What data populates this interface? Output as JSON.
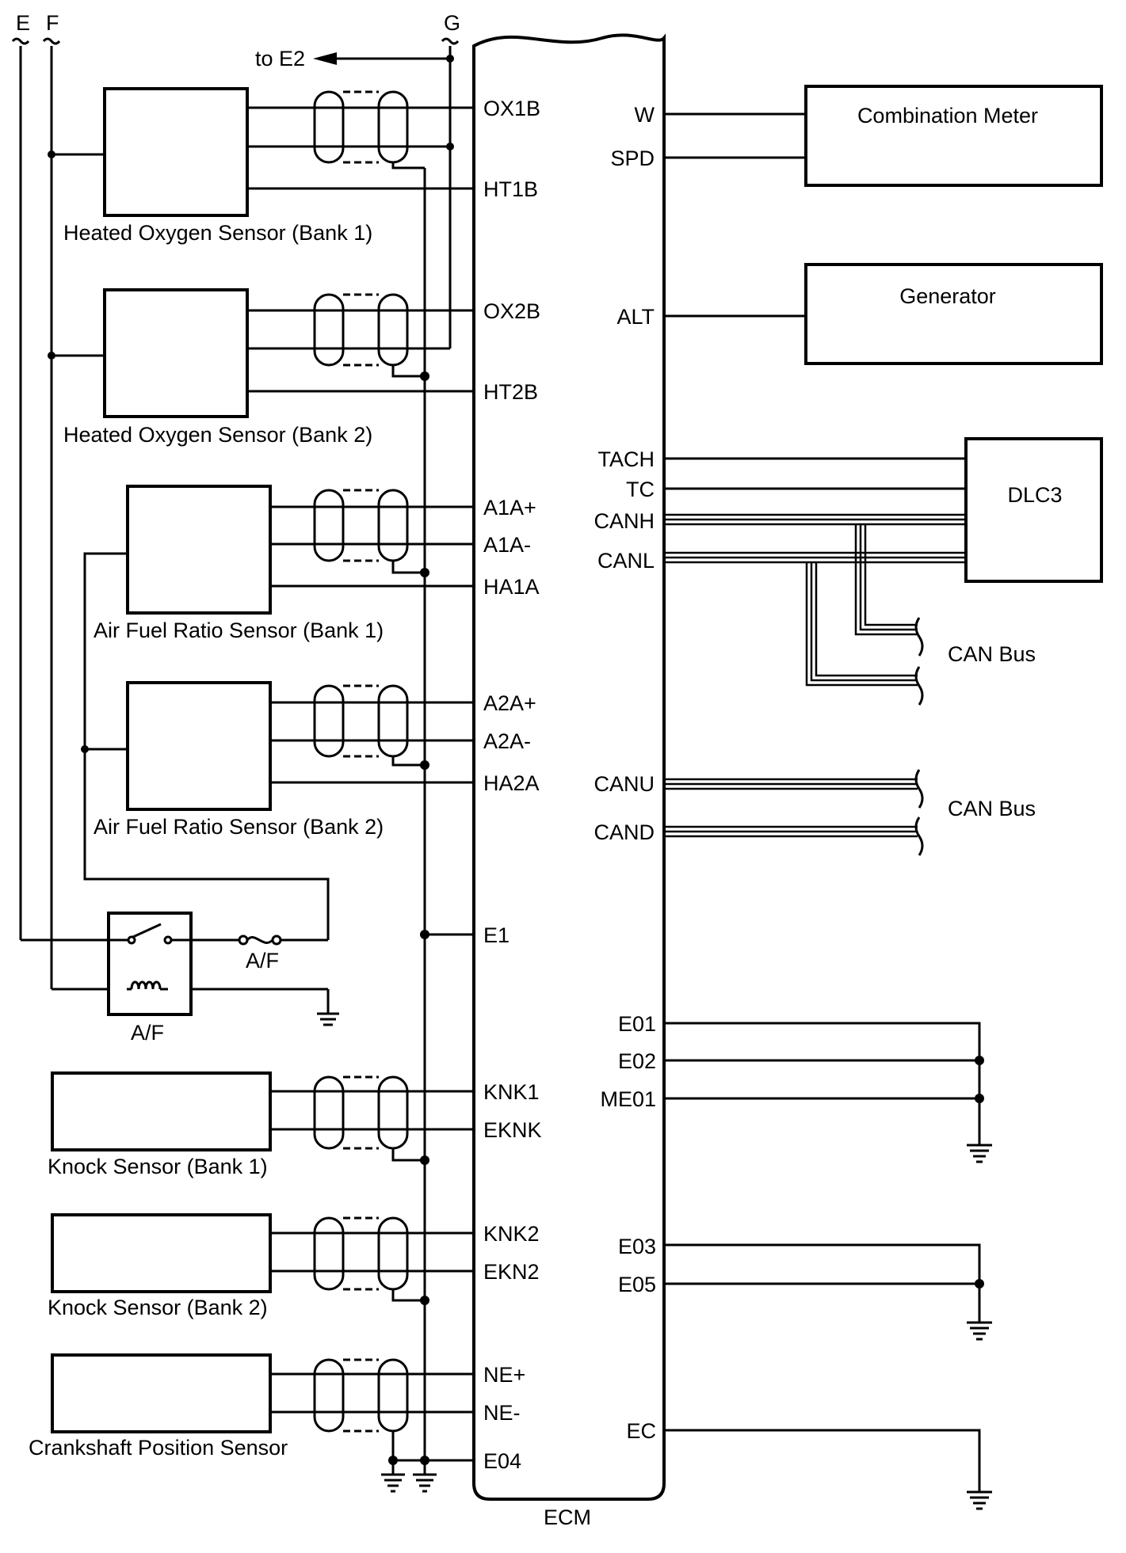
{
  "connectors": {
    "e": "E",
    "f": "F",
    "g": "G",
    "to_e2": "to E2"
  },
  "ecm": {
    "label": "ECM",
    "left_pins": [
      "OX1B",
      "HT1B",
      "OX2B",
      "HT2B",
      "A1A+",
      "A1A-",
      "HA1A",
      "A2A+",
      "A2A-",
      "HA2A",
      "E1",
      "KNK1",
      "EKNK",
      "KNK2",
      "EKN2",
      "NE+",
      "NE-",
      "E04"
    ],
    "right_pins": [
      "W",
      "SPD",
      "ALT",
      "TACH",
      "TC",
      "CANH",
      "CANL",
      "CANU",
      "CAND",
      "E01",
      "E02",
      "ME01",
      "E03",
      "E05",
      "EC"
    ]
  },
  "components": {
    "ho2s_b1": "Heated Oxygen Sensor (Bank 1)",
    "ho2s_b2": "Heated Oxygen Sensor (Bank 2)",
    "afs_b1": "Air Fuel Ratio Sensor (Bank 1)",
    "afs_b2": "Air Fuel Ratio Sensor (Bank 2)",
    "knock_b1": "Knock Sensor (Bank 1)",
    "knock_b2": "Knock Sensor (Bank 2)",
    "ckp": "Crankshaft Position Sensor",
    "combination_meter": "Combination Meter",
    "generator": "Generator",
    "dlc3": "DLC3",
    "relay": "A/F",
    "fuse": "A/F",
    "can_bus_1": "CAN Bus",
    "can_bus_2": "CAN Bus"
  }
}
